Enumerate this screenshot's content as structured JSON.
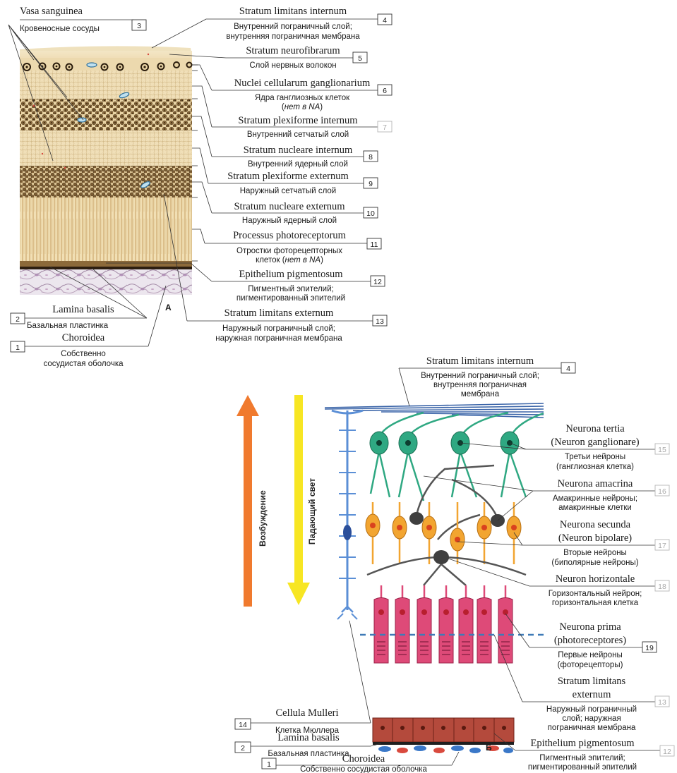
{
  "panel_letters": {
    "a": "A",
    "b": "Б"
  },
  "top": {
    "vasa": {
      "latin": "Vasa sanguinea",
      "russian": "Кровеносные сосуды",
      "num": "3"
    },
    "slim_int": {
      "latin": "Stratum limitans internum",
      "russian_1": "Внутренний пограничный слой;",
      "russian_2": "внутренняя пограничная мембрана",
      "num": "4"
    },
    "neurofib": {
      "latin": "Stratum neurofibrarum",
      "russian": "Слой нервных волокон",
      "num": "5"
    },
    "nuclei_gang": {
      "latin": "Nuclei cellularum ganglionarium",
      "russian_1": "Ядра ганглиозных клеток",
      "russian_2_pre": "(",
      "russian_2_it": "нет в NA",
      "russian_2_post": ")",
      "num": "6"
    },
    "plex_int": {
      "latin": "Stratum plexiforme internum",
      "russian": "Внутренний сетчатый слой",
      "num": "7"
    },
    "nucl_int": {
      "latin": "Stratum nucleare internum",
      "russian": "Внутренний ядерный слой",
      "num": "8"
    },
    "plex_ext": {
      "latin": "Stratum plexiforme externum",
      "russian": "Наружный сетчатый слой",
      "num": "9"
    },
    "nucl_ext": {
      "latin": "Stratum nucleare externum",
      "russian": "Наружный ядерный слой",
      "num": "10"
    },
    "proc_photo": {
      "latin": "Processus photoreceptorum",
      "russian_1": "Отростки фоторецепторных",
      "russian_2_pre": "клеток (",
      "russian_2_it": "нет в NA",
      "russian_2_post": ")",
      "num": "11"
    },
    "epith_pig": {
      "latin": "Epithelium pigmentosum",
      "russian_1": "Пигментный эпителий;",
      "russian_2": "пигментированный эпителий",
      "num": "12"
    },
    "slim_ext": {
      "latin": "Stratum limitans externum",
      "russian_1": "Наружный пограничный слой;",
      "russian_2": "наружная пограничная мембрана",
      "num": "13"
    },
    "lamina": {
      "latin": "Lamina basalis",
      "russian": "Базальная пластинка",
      "num": "2"
    },
    "choroidea": {
      "latin": "Choroidea",
      "russian_1": "Собственно",
      "russian_2": "сосудистая оболочка",
      "num": "1"
    }
  },
  "bottom": {
    "slim_int": {
      "latin": "Stratum limitans internum",
      "russian_1": "Внутренний пограничный слой;",
      "russian_2": "внутренняя пограничная",
      "russian_3": "мембрана",
      "num": "4"
    },
    "tertia": {
      "latin_1": "Neurona tertia",
      "latin_2": "(Neuron ganglionare)",
      "russian_1": "Третьи нейроны",
      "russian_2": "(ганглиозная клетка)",
      "num": "15"
    },
    "amacrina": {
      "latin": "Neurona amacrina",
      "russian_1": "Амакринные нейроны;",
      "russian_2": "амакринные клетки",
      "num": "16"
    },
    "secunda": {
      "latin_1": "Neurona secunda",
      "latin_2": "(Neuron bipolare)",
      "russian_1": "Вторые нейроны",
      "russian_2": "(биполярные нейроны)",
      "num": "17"
    },
    "horizontale": {
      "latin": "Neuron horizontale",
      "russian_1": "Горизонтальный нейрон;",
      "russian_2": "горизонтальная клетка",
      "num": "18"
    },
    "prima": {
      "latin_1": "Neurona prima",
      "latin_2": "(photoreceptores)",
      "russian_1": "Первые нейроны",
      "russian_2": "(фоторецепторы)",
      "num": "19"
    },
    "slim_ext": {
      "latin_1": "Stratum limitans",
      "latin_2": "externum",
      "russian_1": "Наружный пограничный",
      "russian_2": "слой; наружная",
      "russian_3": "пограничная мембрана",
      "num": "13"
    },
    "epith_pig": {
      "latin": "Epithelium pigmentosum",
      "russian_1": "Пигментный эпителий;",
      "russian_2": "пигментированный эпителий",
      "num": "12"
    },
    "mulleri": {
      "latin": "Cellula Mulleri",
      "russian": "Клетка Мюллера",
      "num": "14"
    },
    "lamina": {
      "latin": "Lamina basalis",
      "russian": "Базальная пластинка",
      "num": "2"
    },
    "choroidea": {
      "latin": "Choroidea",
      "russian": "Собственно сосудистая оболочка",
      "num": "1"
    },
    "arrow_excitation": "Возбуждение",
    "arrow_light": "Падающий свет"
  },
  "colors": {
    "excitation_arrow": "#f07a2e",
    "light_arrow": "#f7e623",
    "muller_cell": "#5b8fd6",
    "ganglion_cell": "#2fa882",
    "bipolar_cell": "#f2a531",
    "amacrine_cell": "#4a4a4a",
    "photoreceptor": "#de4a78",
    "pigment_epithelium": "#b44a3c",
    "choroid_vessels": "#3a78c8"
  }
}
